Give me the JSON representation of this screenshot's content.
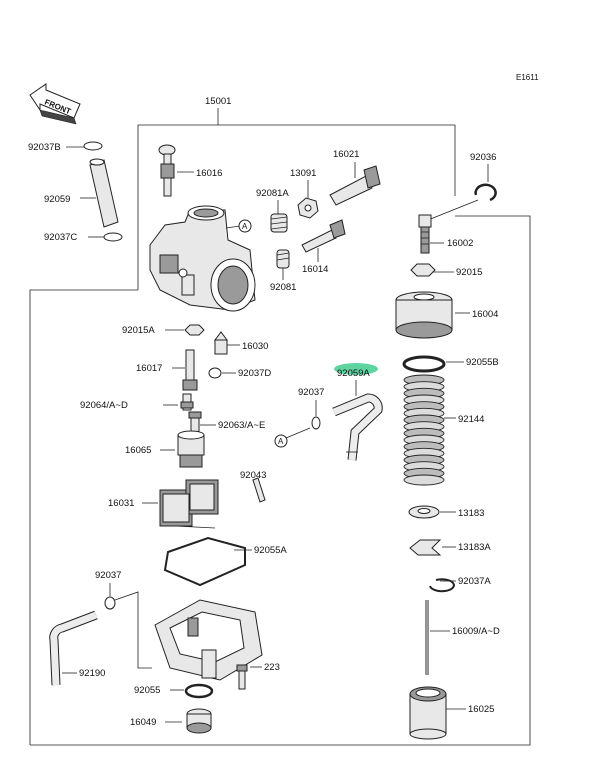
{
  "diagram_code": "E1611",
  "front_label": "FRONT",
  "ref_marker": "A",
  "labels": {
    "p15001": "15001",
    "p92037B": "92037B",
    "p16016": "16016",
    "p13091": "13091",
    "p16021": "16021",
    "p92036": "92036",
    "p92059": "92059",
    "p92081A": "92081A",
    "p92037C": "92037C",
    "p16002": "16002",
    "p16014": "16014",
    "p92015": "92015",
    "p92081": "92081",
    "p16004": "16004",
    "p92015A": "92015A",
    "p16030": "16030",
    "p16017": "16017",
    "p92037D": "92037D",
    "p92059A": "92059A",
    "p92055B": "92055B",
    "p92064": "92064/A~D",
    "p92037": "92037",
    "p92144": "92144",
    "p92063": "92063/A~E",
    "p16065": "16065",
    "p92043": "92043",
    "p16031": "16031",
    "p13183": "13183",
    "p92055A": "92055A",
    "p13183A": "13183A",
    "p92037_2": "92037",
    "p92037A": "92037A",
    "p16009": "16009/A~D",
    "p223": "223",
    "p92190": "92190",
    "p92055": "92055",
    "p16025": "16025",
    "p16049": "16049"
  }
}
